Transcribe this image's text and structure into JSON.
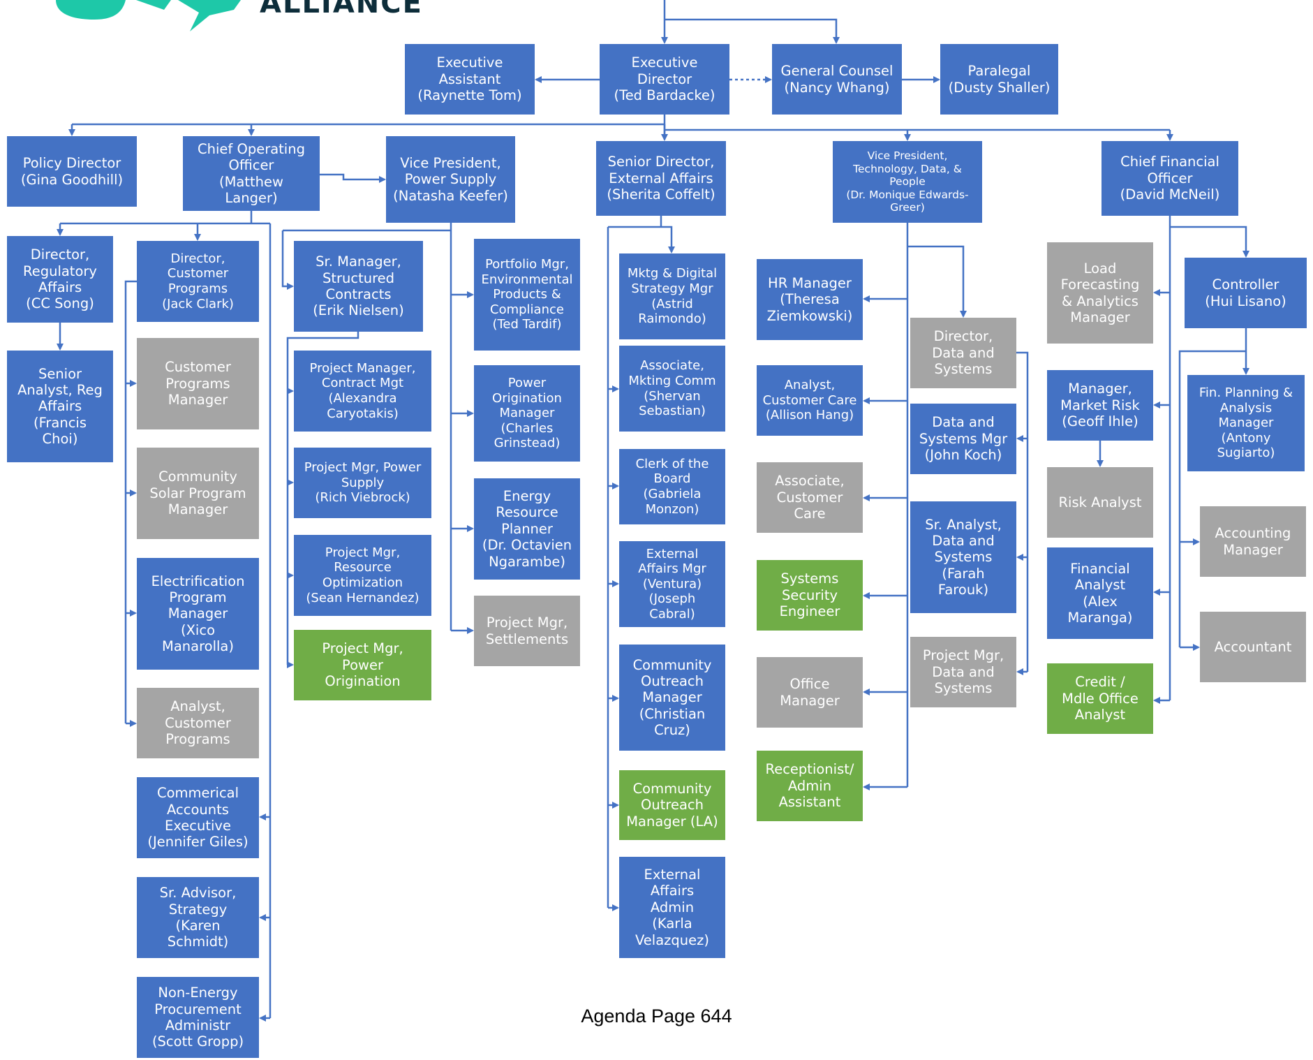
{
  "logo": {
    "text": "ALLIANCE"
  },
  "footer": {
    "text": "Agenda Page 644"
  },
  "colors": {
    "blue": "#4472c4",
    "gray": "#a5a5a5",
    "green": "#70ad47",
    "line": "#4472c4",
    "logo_teal": "#1ec8a8",
    "logo_navy": "#0d2d3a"
  },
  "nodes": [
    {
      "id": "exec-asst",
      "text": "Executive\nAssistant\n(Raynette Tom)",
      "color": "blue"
    },
    {
      "id": "exec-dir",
      "text": "Executive\nDirector\n(Ted Bardacke)",
      "color": "blue"
    },
    {
      "id": "gen-counsel",
      "text": "General Counsel\n(Nancy Whang)",
      "color": "blue"
    },
    {
      "id": "paralegal",
      "text": "Paralegal\n(Dusty Shaller)",
      "color": "blue"
    },
    {
      "id": "policy-dir",
      "text": "Policy Director\n(Gina Goodhill)",
      "color": "blue"
    },
    {
      "id": "coo",
      "text": "Chief Operating\nOfficer\n(Matthew\nLanger)",
      "color": "blue"
    },
    {
      "id": "vp-power",
      "text": "Vice President,\nPower Supply\n(Natasha Keefer)",
      "color": "blue"
    },
    {
      "id": "sr-dir-ext",
      "text": "Senior Director,\nExternal Affairs\n(Sherita Coffelt)",
      "color": "blue"
    },
    {
      "id": "vp-tech",
      "text": "Vice President,\nTechnology, Data, &\nPeople\n(Dr. Monique Edwards-\nGreer)",
      "color": "blue"
    },
    {
      "id": "cfo",
      "text": "Chief Financial\nOfficer\n(David McNeil)",
      "color": "blue"
    },
    {
      "id": "dir-reg",
      "text": "Director,\nRegulatory\nAffairs\n(CC Song)",
      "color": "blue"
    },
    {
      "id": "sr-analyst-reg",
      "text": "Senior\nAnalyst, Reg\nAffairs\n(Francis\nChoi)",
      "color": "blue"
    },
    {
      "id": "dir-cust",
      "text": "Director,\nCustomer\nPrograms\n(Jack Clark)",
      "color": "blue"
    },
    {
      "id": "cust-prog-mgr",
      "text": "Customer\nPrograms\nManager",
      "color": "gray"
    },
    {
      "id": "comm-solar",
      "text": "Community\nSolar Program\nManager",
      "color": "gray"
    },
    {
      "id": "elec-prog",
      "text": "Electrification\nProgram\nManager\n(Xico\nManarolla)",
      "color": "blue"
    },
    {
      "id": "analyst-cust-prog",
      "text": "Analyst,\nCustomer\nPrograms",
      "color": "gray"
    },
    {
      "id": "comm-accts",
      "text": "Commerical\nAccounts\nExecutive\n(Jennifer Giles)",
      "color": "blue"
    },
    {
      "id": "sr-advisor",
      "text": "Sr. Advisor,\nStrategy\n(Karen\nSchmidt)",
      "color": "blue"
    },
    {
      "id": "non-energy",
      "text": "Non-Energy\nProcurement\nAdministr\n(Scott Gropp)",
      "color": "blue"
    },
    {
      "id": "sr-mgr-struct",
      "text": "Sr. Manager,\nStructured\nContracts\n(Erik Nielsen)",
      "color": "blue"
    },
    {
      "id": "pm-contract",
      "text": "Project Manager,\nContract Mgt\n(Alexandra\nCaryotakis)",
      "color": "blue"
    },
    {
      "id": "pm-power-supply",
      "text": "Project Mgr, Power\nSupply\n(Rich Viebrock)",
      "color": "blue"
    },
    {
      "id": "pm-resource",
      "text": "Project Mgr,\nResource\nOptimization\n(Sean Hernandez)",
      "color": "blue"
    },
    {
      "id": "pm-power-orig",
      "text": "Project Mgr,\nPower\nOrigination",
      "color": "green"
    },
    {
      "id": "portfolio-mgr",
      "text": "Portfolio Mgr,\nEnvironmental\nProducts &\nCompliance\n(Ted Tardif)",
      "color": "blue"
    },
    {
      "id": "power-orig-mgr",
      "text": "Power\nOrigination\nManager\n(Charles\nGrinstead)",
      "color": "blue"
    },
    {
      "id": "energy-planner",
      "text": "Energy\nResource\nPlanner\n(Dr. Octavien\nNgarambe)",
      "color": "blue"
    },
    {
      "id": "pm-settlements",
      "text": "Project Mgr,\nSettlements",
      "color": "gray"
    },
    {
      "id": "mktg-digital",
      "text": "Mktg & Digital\nStrategy Mgr\n(Astrid\nRaimondo)",
      "color": "blue"
    },
    {
      "id": "assoc-mktg",
      "text": "Associate,\nMkting Comm\n(Shervan\nSebastian)",
      "color": "blue"
    },
    {
      "id": "clerk-board",
      "text": "Clerk of the\nBoard\n(Gabriela\nMonzon)",
      "color": "blue"
    },
    {
      "id": "ext-affairs-mgr",
      "text": "External\nAffairs Mgr\n(Ventura)\n(Joseph\nCabral)",
      "color": "blue"
    },
    {
      "id": "comm-outreach",
      "text": "Community\nOutreach\nManager\n(Christian\nCruz)",
      "color": "blue"
    },
    {
      "id": "comm-outreach-la",
      "text": "Community\nOutreach\nManager (LA)",
      "color": "green"
    },
    {
      "id": "ext-affairs-admin",
      "text": "External\nAffairs\nAdmin\n(Karla\nVelazquez)",
      "color": "blue"
    },
    {
      "id": "hr-mgr",
      "text": "HR Manager\n(Theresa\nZiemkowski)",
      "color": "blue"
    },
    {
      "id": "analyst-cust-care",
      "text": "Analyst,\nCustomer Care\n(Allison Hang)",
      "color": "blue"
    },
    {
      "id": "assoc-cust-care",
      "text": "Associate,\nCustomer\nCare",
      "color": "gray"
    },
    {
      "id": "sys-security",
      "text": "Systems\nSecurity\nEngineer",
      "color": "green"
    },
    {
      "id": "office-mgr",
      "text": "Office\nManager",
      "color": "gray"
    },
    {
      "id": "receptionist",
      "text": "Receptionist/\nAdmin\nAssistant",
      "color": "green"
    },
    {
      "id": "dir-data",
      "text": "Director,\nData and\nSystems",
      "color": "gray"
    },
    {
      "id": "data-sys-mgr",
      "text": "Data and\nSystems Mgr\n(John Koch)",
      "color": "blue"
    },
    {
      "id": "sr-analyst-data",
      "text": "Sr. Analyst,\nData and\nSystems\n(Farah\nFarouk)",
      "color": "blue"
    },
    {
      "id": "pm-data",
      "text": "Project Mgr,\nData and\nSystems",
      "color": "gray"
    },
    {
      "id": "load-forecast",
      "text": "Load\nForecasting\n& Analytics\nManager",
      "color": "gray"
    },
    {
      "id": "mgr-market-risk",
      "text": "Manager,\nMarket Risk\n(Geoff Ihle)",
      "color": "blue"
    },
    {
      "id": "risk-analyst",
      "text": "Risk Analyst",
      "color": "gray"
    },
    {
      "id": "fin-analyst",
      "text": "Financial\nAnalyst\n(Alex\nMaranga)",
      "color": "blue"
    },
    {
      "id": "credit-analyst",
      "text": "Credit /\nMdle Office\nAnalyst",
      "color": "green"
    },
    {
      "id": "controller",
      "text": "Controller\n(Hui Lisano)",
      "color": "blue"
    },
    {
      "id": "fpa-mgr",
      "text": "Fin. Planning &\nAnalysis\nManager\n(Antony\nSugiarto)",
      "color": "blue"
    },
    {
      "id": "accounting-mgr",
      "text": "Accounting\nManager",
      "color": "gray"
    },
    {
      "id": "accountant",
      "text": "Accountant",
      "color": "gray"
    }
  ]
}
